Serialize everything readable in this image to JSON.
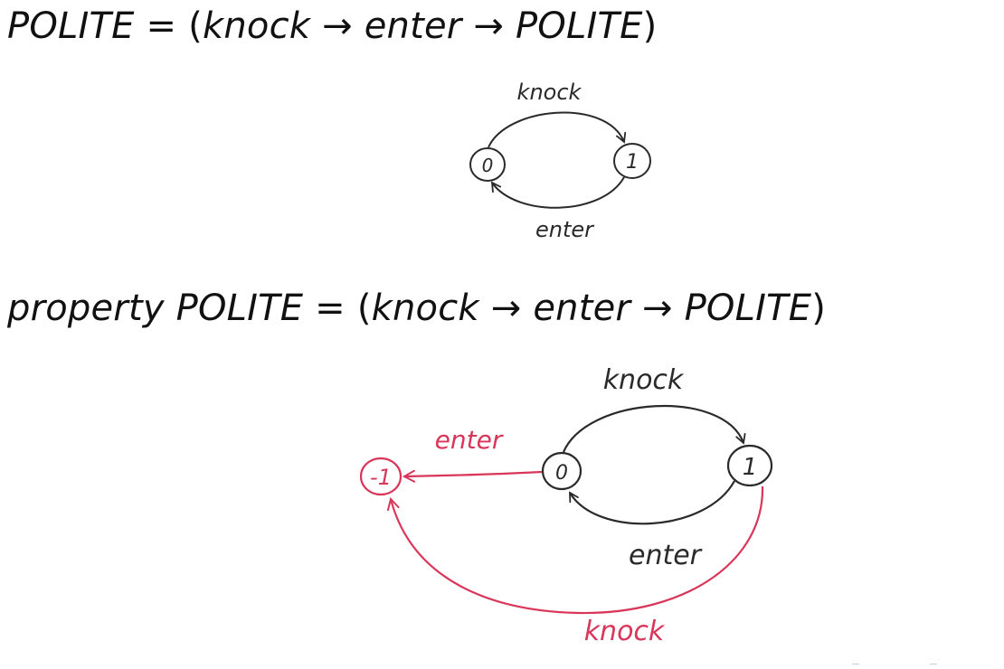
{
  "formula_1": {
    "lhs": "POLITE",
    "eq": "=",
    "lparen": "(",
    "a1": "knock",
    "arrow1": "→",
    "a2": "enter",
    "arrow2": "→",
    "rhs": "POLITE",
    "rparen": ")"
  },
  "formula_2": {
    "keyword": "property",
    "lhs": "POLITE",
    "eq": "=",
    "lparen": "(",
    "a1": "knock",
    "arrow1": "→",
    "a2": "enter",
    "arrow2": "→",
    "rhs": "POLITE",
    "rparen": ")"
  },
  "diagram_1": {
    "states": [
      "0",
      "1"
    ],
    "transitions": [
      {
        "from": "0",
        "to": "1",
        "label": "knock"
      },
      {
        "from": "1",
        "to": "0",
        "label": "enter"
      }
    ]
  },
  "diagram_2": {
    "states": [
      "-1",
      "0",
      "1"
    ],
    "transitions": [
      {
        "from": "0",
        "to": "1",
        "label": "knock"
      },
      {
        "from": "1",
        "to": "0",
        "label": "enter"
      },
      {
        "from": "0",
        "to": "-1",
        "label": "enter",
        "error": true
      },
      {
        "from": "1",
        "to": "-1",
        "label": "knock",
        "error": true
      }
    ]
  },
  "colors": {
    "ink": "#2a2a2a",
    "error": "#d9365a"
  }
}
